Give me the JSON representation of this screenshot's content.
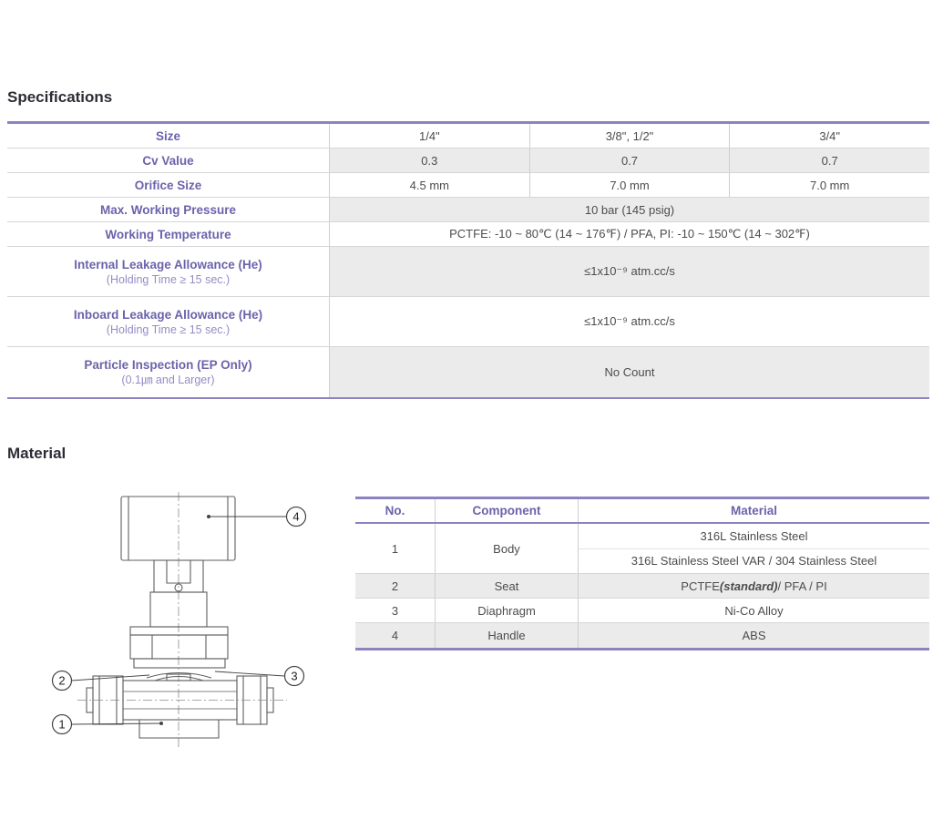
{
  "colors": {
    "accent_purple": "#6b63ab",
    "border_purple": "#8c84c1",
    "shaded_row": "#ebebeb",
    "grid_line": "#cfcfcf",
    "body_text": "#4c4c4c",
    "title_text": "#2d2d36",
    "sublabel_text": "#938dc4"
  },
  "specifications": {
    "title": "Specifications",
    "rows": [
      {
        "label": "Size",
        "values": [
          "1/4\"",
          "3/8\", 1/2\"",
          "3/4\""
        ]
      },
      {
        "label": "Cv Value",
        "values": [
          "0.3",
          "0.7",
          "0.7"
        ]
      },
      {
        "label": "Orifice Size",
        "values": [
          "4.5 mm",
          "7.0 mm",
          "7.0 mm"
        ]
      },
      {
        "label": "Max. Working Pressure",
        "span": "10 bar (145 psig)"
      },
      {
        "label": "Working Temperature",
        "span": "PCTFE: -10 ~ 80℃ (14 ~ 176℉) / PFA, PI: -10 ~ 150℃ (14 ~ 302℉)"
      },
      {
        "label": "Internal Leakage Allowance (He)",
        "sublabel": "(Holding Time ≥ 15 sec.)",
        "span": "≤1x10⁻⁹ atm.cc/s"
      },
      {
        "label": "Inboard Leakage Allowance (He)",
        "sublabel": "(Holding Time ≥ 15 sec.)",
        "span": "≤1x10⁻⁹ atm.cc/s"
      },
      {
        "label": "Particle Inspection (EP Only)",
        "sublabel": "(0.1㎛ and Larger)",
        "span": "No Count"
      }
    ]
  },
  "material": {
    "title": "Material",
    "table": {
      "headers": [
        "No.",
        "Component",
        "Material"
      ],
      "rows": [
        {
          "no": "1",
          "component": "Body",
          "material_line1": "316L Stainless Steel",
          "material_line2": "316L Stainless Steel VAR / 304 Stainless Steel"
        },
        {
          "no": "2",
          "component": "Seat",
          "material_prefix": "PCTFE ",
          "material_italic": "(standard)",
          "material_suffix": " / PFA / PI"
        },
        {
          "no": "3",
          "component": "Diaphragm",
          "material": "Ni-Co Alloy"
        },
        {
          "no": "4",
          "component": "Handle",
          "material": "ABS"
        }
      ]
    },
    "diagram": {
      "callouts": [
        "1",
        "2",
        "3",
        "4"
      ]
    }
  }
}
